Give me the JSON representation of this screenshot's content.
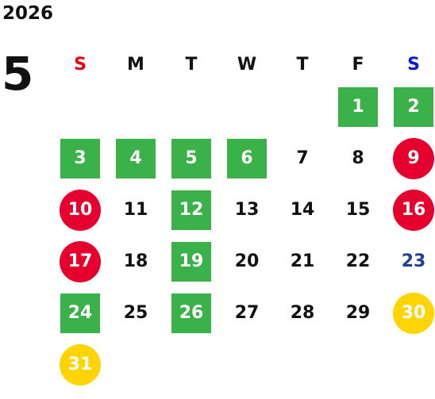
{
  "year": "2026",
  "month": "5",
  "weekdays": [
    "S",
    "M",
    "T",
    "W",
    "T",
    "F",
    "S"
  ],
  "legend_colors": {
    "green": "#3bb14a",
    "red": "#e5002d",
    "yellow": "#ffd400",
    "blue_text": "#1f3f97",
    "sunday_header": "#e60012",
    "saturday_header": "#0a1ec8"
  },
  "weeks": [
    [
      {
        "day": "",
        "style": "none"
      },
      {
        "day": "",
        "style": "none"
      },
      {
        "day": "",
        "style": "none"
      },
      {
        "day": "",
        "style": "none"
      },
      {
        "day": "",
        "style": "none"
      },
      {
        "day": "1",
        "style": "green"
      },
      {
        "day": "2",
        "style": "green"
      }
    ],
    [
      {
        "day": "3",
        "style": "green"
      },
      {
        "day": "4",
        "style": "green"
      },
      {
        "day": "5",
        "style": "green"
      },
      {
        "day": "6",
        "style": "green"
      },
      {
        "day": "7",
        "style": "plain"
      },
      {
        "day": "8",
        "style": "plain"
      },
      {
        "day": "9",
        "style": "red"
      }
    ],
    [
      {
        "day": "10",
        "style": "red"
      },
      {
        "day": "11",
        "style": "plain"
      },
      {
        "day": "12",
        "style": "green"
      },
      {
        "day": "13",
        "style": "plain"
      },
      {
        "day": "14",
        "style": "plain"
      },
      {
        "day": "15",
        "style": "plain"
      },
      {
        "day": "16",
        "style": "red"
      }
    ],
    [
      {
        "day": "17",
        "style": "red"
      },
      {
        "day": "18",
        "style": "plain"
      },
      {
        "day": "19",
        "style": "green"
      },
      {
        "day": "20",
        "style": "plain"
      },
      {
        "day": "21",
        "style": "plain"
      },
      {
        "day": "22",
        "style": "plain"
      },
      {
        "day": "23",
        "style": "blue-text"
      }
    ],
    [
      {
        "day": "24",
        "style": "green"
      },
      {
        "day": "25",
        "style": "plain"
      },
      {
        "day": "26",
        "style": "green"
      },
      {
        "day": "27",
        "style": "plain"
      },
      {
        "day": "28",
        "style": "plain"
      },
      {
        "day": "29",
        "style": "plain"
      },
      {
        "day": "30",
        "style": "yellow"
      }
    ],
    [
      {
        "day": "31",
        "style": "yellow"
      },
      {
        "day": "",
        "style": "none"
      },
      {
        "day": "",
        "style": "none"
      },
      {
        "day": "",
        "style": "none"
      },
      {
        "day": "",
        "style": "none"
      },
      {
        "day": "",
        "style": "none"
      },
      {
        "day": "",
        "style": "none"
      }
    ]
  ]
}
